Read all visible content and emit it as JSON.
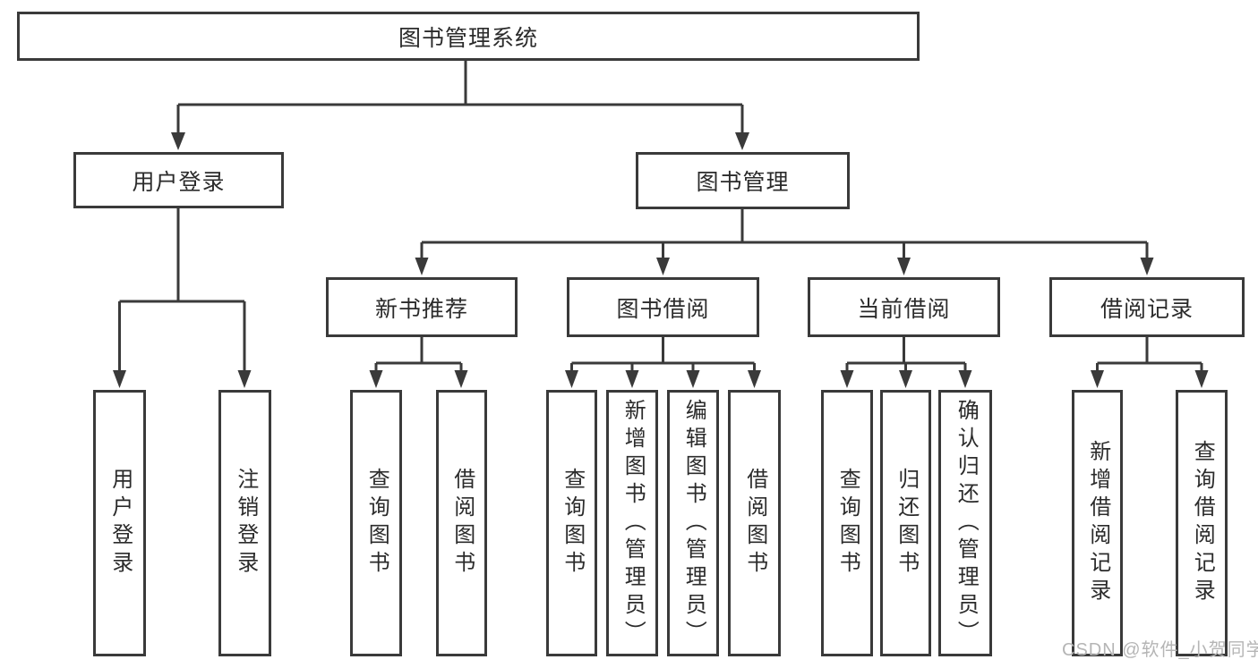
{
  "tree": {
    "root": {
      "label": "图书管理系统"
    },
    "level2": [
      {
        "label": "用户登录",
        "children": [
          {
            "label": "用户登录"
          },
          {
            "label": "注销登录"
          }
        ]
      },
      {
        "label": "图书管理",
        "children": [
          {
            "label": "新书推荐",
            "children": [
              {
                "label": "查询图书"
              },
              {
                "label": "借阅图书"
              }
            ]
          },
          {
            "label": "图书借阅",
            "children": [
              {
                "label": "查询图书"
              },
              {
                "label": "新增图书（管理员）"
              },
              {
                "label": "编辑图书（管理员）"
              },
              {
                "label": "借阅图书"
              }
            ]
          },
          {
            "label": "当前借阅",
            "children": [
              {
                "label": "查询图书"
              },
              {
                "label": "归还图书"
              },
              {
                "label": "确认归还（管理员）"
              }
            ]
          },
          {
            "label": "借阅记录",
            "children": [
              {
                "label": "新增借阅记录"
              },
              {
                "label": "查询借阅记录"
              }
            ]
          }
        ]
      }
    ]
  },
  "watermark": {
    "text": "CSDN @软件_小贺同学"
  },
  "colors": {
    "line": "#3a3a3a",
    "text": "#2b2b2b",
    "background": "#ffffff",
    "watermark": "#b5b5b5"
  }
}
